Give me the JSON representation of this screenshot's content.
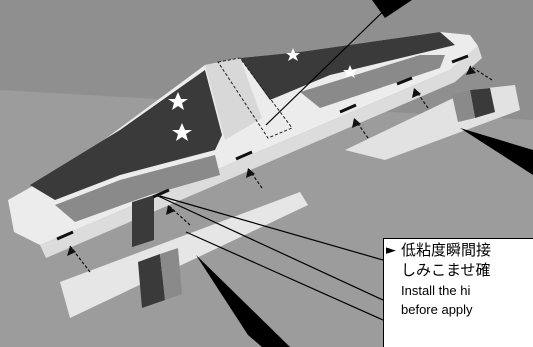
{
  "instruction": {
    "marker": "►",
    "jp_line1": "低粘度瞬間接",
    "jp_line2": "しみこませ確",
    "en_line1": "Install the hi",
    "en_line2": "before apply"
  },
  "photo": {
    "background_color": "#9c9c9c",
    "wing_color": "#ececec",
    "dark_panel_color": "#3a3a3a",
    "mid_panel_color": "#8a8a8a",
    "star_color": "#ffffff",
    "callout_color": "#000000"
  }
}
